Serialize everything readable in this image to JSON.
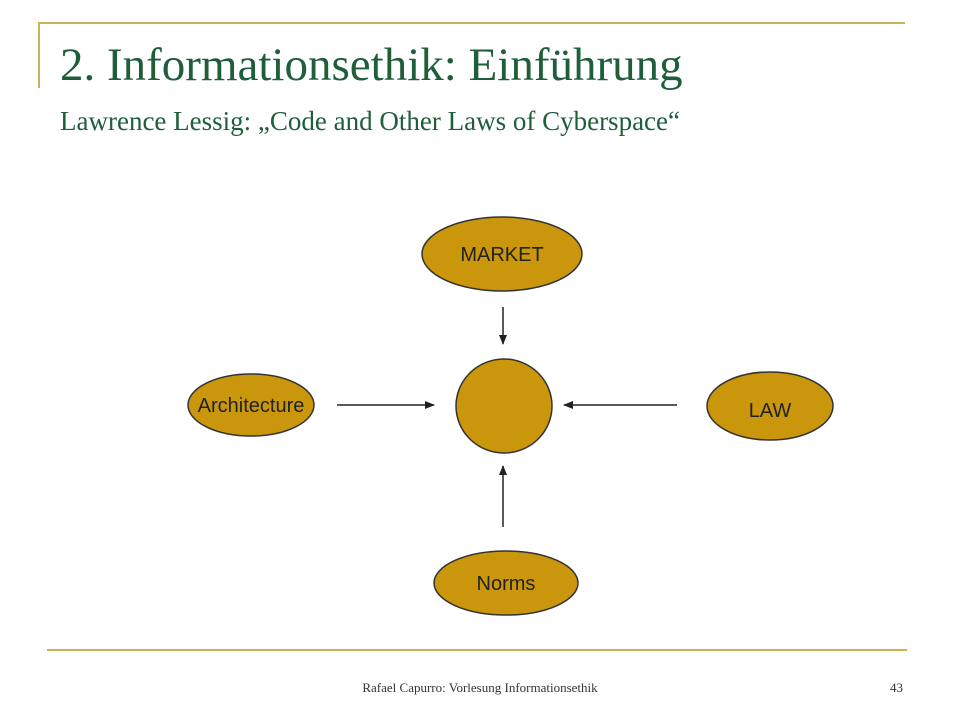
{
  "slide": {
    "title": "2. Informationsethik: Einführung",
    "subtitle": "Lawrence Lessig: „Code and Other Laws of Cyberspace“"
  },
  "diagram": {
    "nodes": {
      "market": "MARKET",
      "architecture": "Architecture",
      "law": "LAW",
      "norms": "Norms",
      "center": ""
    },
    "fill_color": "#c9960c",
    "stroke_color": "#333333"
  },
  "footer": {
    "author": "Rafael Capurro: Vorlesung Informationsethik",
    "page_number": "43"
  },
  "colors": {
    "title": "#1e5e3a",
    "accent_line": "#c8b458"
  }
}
